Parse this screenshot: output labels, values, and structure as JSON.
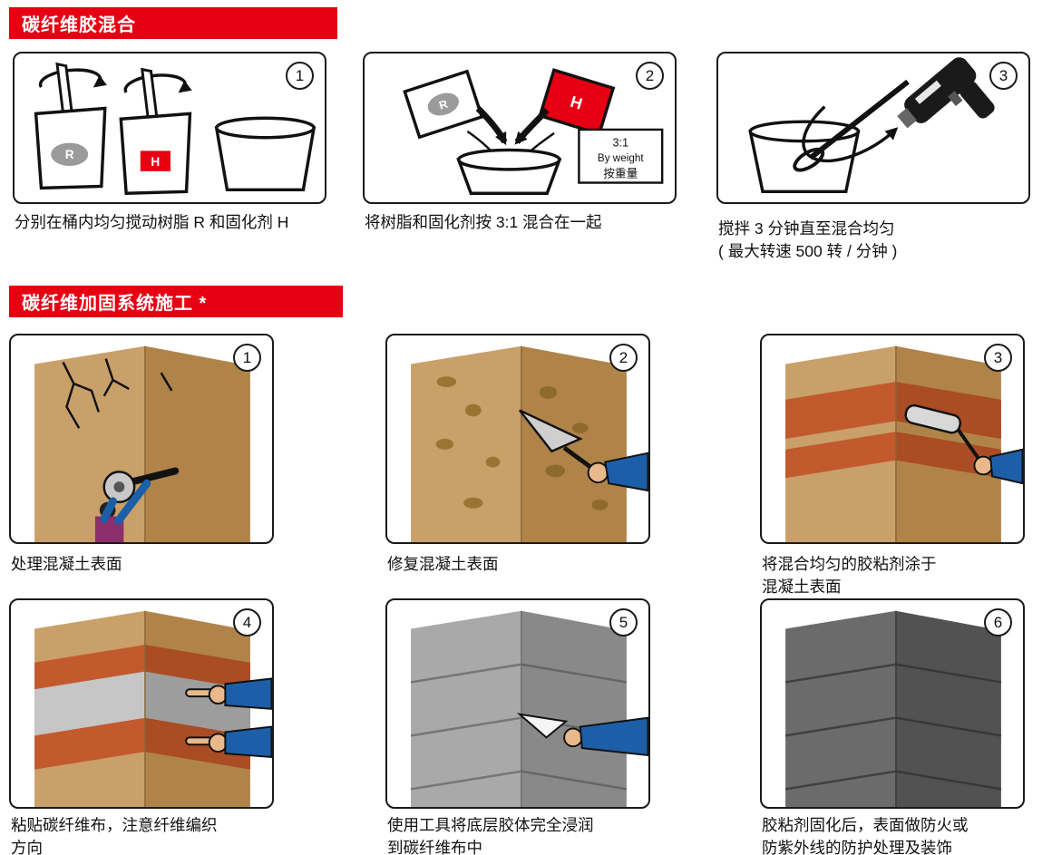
{
  "colors": {
    "accent_red": "#e60012",
    "column_tan_light": "#c9a069",
    "column_tan_dark": "#b08449",
    "adhesive_orange": "#c25a2e",
    "sleeve_blue": "#1c5fa8"
  },
  "section_mixing": {
    "title": "碳纤维胶混合",
    "steps": [
      {
        "number": "1",
        "caption": "分别在桶内均匀搅动树脂 R 和固化剂 H",
        "label_resin": "R",
        "label_hardener": "H"
      },
      {
        "number": "2",
        "caption": "将树脂和固化剂按 3:1 混合在一起",
        "label_resin": "R",
        "label_hardener": "H",
        "ratio": {
          "line1": "3:1",
          "line2": "By weight",
          "line3": "按重量"
        }
      },
      {
        "number": "3",
        "caption": "搅拌 3 分钟直至混合均匀\n( 最大转速 500 转 / 分钟 )"
      }
    ]
  },
  "section_application": {
    "title": "碳纤维加固系统施工 *",
    "steps": [
      {
        "number": "1",
        "caption": "处理混凝土表面"
      },
      {
        "number": "2",
        "caption": "修复混凝土表面"
      },
      {
        "number": "3",
        "caption": "将混合均匀的胶粘剂涂于\n混凝土表面"
      },
      {
        "number": "4",
        "caption": "粘贴碳纤维布，注意纤维编织\n方向"
      },
      {
        "number": "5",
        "caption": "使用工具将底层胶体完全浸润\n到碳纤维布中"
      },
      {
        "number": "6",
        "caption": "胶粘剂固化后，表面做防火或\n防紫外线的防护处理及装饰"
      }
    ]
  }
}
